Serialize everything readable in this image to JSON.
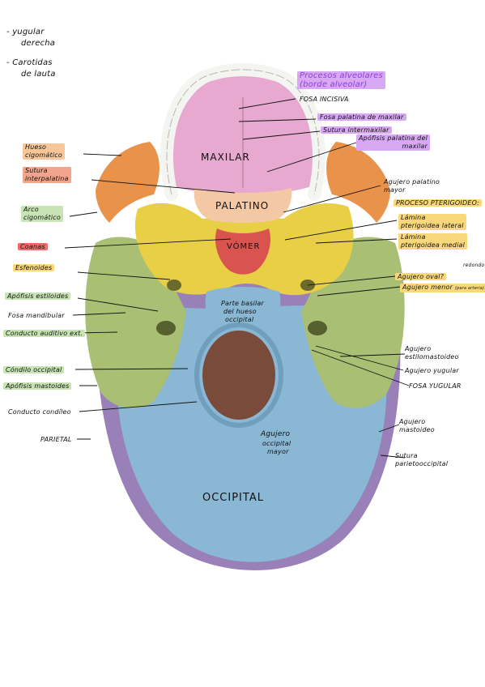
{
  "notes": {
    "top_left_1_a": "yugular",
    "top_left_1_b": "derecha",
    "top_left_2_a": "Carotidas",
    "top_left_2_b": "de lauta"
  },
  "regions": {
    "maxilar": "MAXILAR",
    "palatino": "PALATINO",
    "vomer": "VÓMER",
    "occipital": "OCCIPITAL",
    "parte_basilar_1": "Parte basilar",
    "parte_basilar_2": "del hueso",
    "parte_basilar_3": "occipital",
    "agujero_mayor_1": "Agujero",
    "agujero_mayor_2": "occipital",
    "agujero_mayor_3": "mayor"
  },
  "left_labels": {
    "hueso_cigomatico_1": "Hueso",
    "hueso_cigomatico_2": "cigomático",
    "sutura_1": "Sutura",
    "sutura_2": "interpalatina",
    "arco_1": "Arco",
    "arco_2": "cigomático",
    "coanas": "Coanas",
    "esfenoides": "Esfenoides",
    "apofisis_estiloides": "Apófisis estiloides",
    "fosa_mandibular": "Fosa mandibular",
    "conducto_auditivo": "Conducto auditivo ext.",
    "condilo": "Cóndilo occipital",
    "apofisis_mastoides": "Apófisis mastoides",
    "conducto_condileo": "Conducto condíleo",
    "parietal": "PARIETAL"
  },
  "right_labels": {
    "procesos_1": "Procesos alveolares",
    "procesos_2": "(borde alveolar)",
    "fosa_incisiva": "FOSA INCISIVA",
    "fosa_palatina": "Fosa palatina de maxilar",
    "sutura_intermaxilar": "Sutura intermaxilar",
    "apofisis_palatina_1": "Apófisis palatina del",
    "apofisis_palatina_2": "maxilar",
    "agujero_palatino_1": "Agujero palatino",
    "agujero_palatino_2": "mayor",
    "proceso_pterigoideo": "PROCESO PTERIGOIDEO:",
    "lamina_1": "Lámina",
    "lamina_2": "pterigoidea lateral",
    "lamina_3": "Lámina",
    "lamina_4": "pterigoidea medial",
    "agujero_oval": "Agujero oval?",
    "agujero_menor": "Agujero menor",
    "agujero_menor_note": "(para arteria)",
    "redondo_note": "redondo",
    "agujero_estilomastoideo_1": "Agujero",
    "agujero_estilomastoideo_2": "estilomastoideo",
    "agujero_yugular": "Agujero yugular",
    "fosa_yugular": "FOSA YUGULAR",
    "agujero_mastoideo_1": "Agujero",
    "agujero_mastoideo_2": "mastoideo",
    "sutura_parieto_1": "Sutura",
    "sutura_parieto_2": "parietooccipital"
  },
  "colors": {
    "maxilar": "#e7a9cf",
    "palatino": "#f4c8a4",
    "vomer": "#d9534f",
    "esfenoides": "#e8cf45",
    "temporal": "#a9bf74",
    "occipital": "#8ab7d3",
    "cigomatico": "#e9924a",
    "parietal": "#9a80b8",
    "hl_orange": "#f7c79a",
    "hl_salmon": "#f2a48c",
    "hl_green": "#c8e3b4",
    "hl_red": "#ef6a6a",
    "hl_yellow": "#f8d87a",
    "hl_purple": "#d8a8f5",
    "hl_lavender": "#d2b6f2"
  }
}
